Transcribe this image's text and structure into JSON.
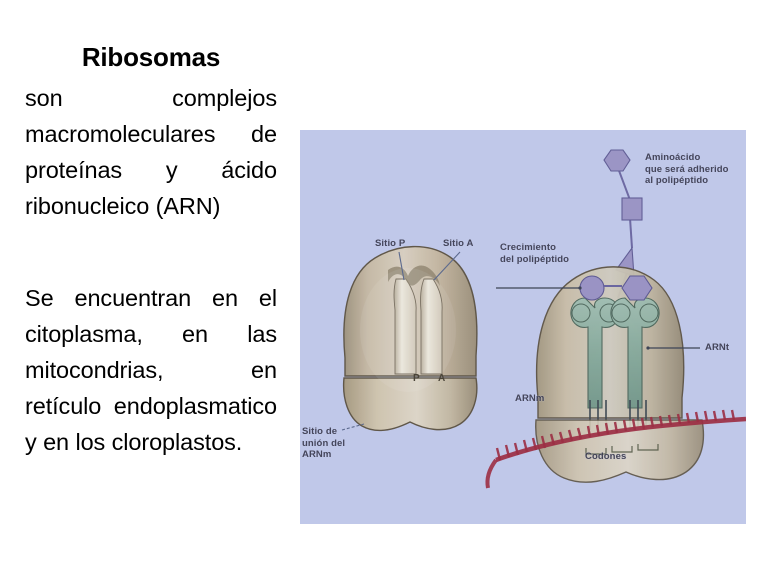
{
  "slide": {
    "title": "Ribosomas",
    "paragraph_one": "son complejos macromoleculares de proteínas y ácido ribonucleico (ARN)",
    "paragraph_two": "Se encuentran en el citoplasma, en las mitocondrias, en retículo endoplasmatico y en los cloroplastos."
  },
  "illustration": {
    "alt_name": "ribosome-translation-diagram",
    "background_color": "#c0c8e9",
    "labels": {
      "sitio_p": "Sitio P",
      "sitio_a": "Sitio A",
      "crecimiento": "Crecimiento\ndel polipéptido",
      "aminoacido": "Aminoácido\nque será adherido\nal polipéptido",
      "arnt": "ARNt",
      "arnm": "ARNm",
      "codones": "Codones",
      "sitio_union": "Sitio de\nunión del\nARNm",
      "site_letter_p": "P",
      "site_letter_a": "A"
    },
    "colors": {
      "ribosome_body": "#c9bba6",
      "ribosome_shadow": "#8d8270",
      "trna_green": "#8fb5a8",
      "mrna_red": "#9c2f44",
      "amino_acid_purple": "#9a93c4",
      "label_text": "#3a3a4e"
    }
  }
}
